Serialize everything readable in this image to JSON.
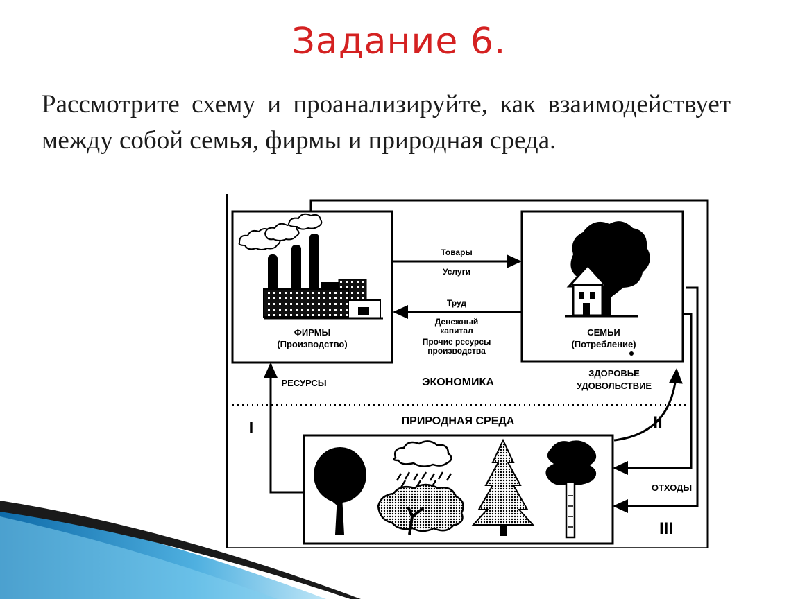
{
  "slide": {
    "title": "Задание 6.",
    "text": "Рассмотрите схему и проанализируйте, как взаимодействует между собой семья, фирмы и природная среда."
  },
  "diagram": {
    "firms": {
      "title": "ФИРМЫ",
      "subtitle": "(Производство)"
    },
    "households": {
      "title": "СЕМЬИ",
      "subtitle": "(Потребление)"
    },
    "flows_to_households": [
      "Товары",
      "Услуги"
    ],
    "flows_to_firms": [
      "Труд",
      "Денежный",
      "капитал",
      "Прочие ресурсы",
      "производства"
    ],
    "resources_label": "РЕСУРСЫ",
    "economy_label": "ЭКОНОМИКА",
    "health_label": [
      "ЗДОРОВЬЕ",
      "УДОВОЛЬСТВИЕ"
    ],
    "nature_label": "ПРИРОДНАЯ СРЕДА",
    "waste_label": "ОТХОДЫ",
    "roman": [
      "I",
      "II",
      "III"
    ]
  }
}
